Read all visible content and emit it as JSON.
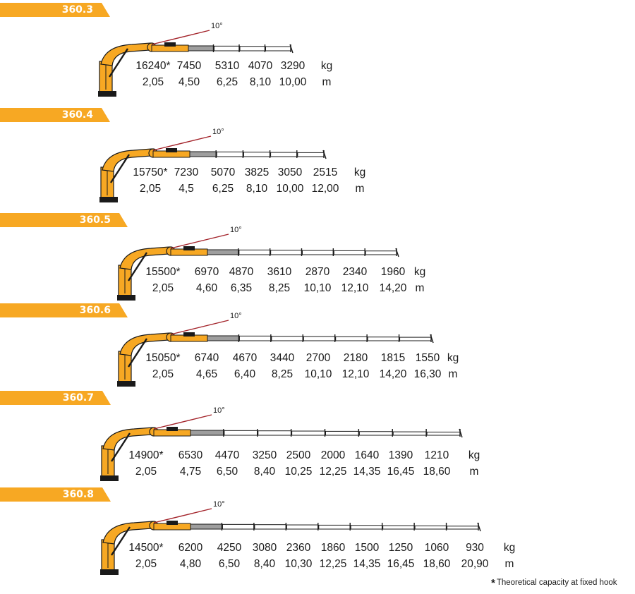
{
  "colors": {
    "accent": "#f7a823",
    "angle_line": "#a3232a",
    "boom_steel": "#9e9e9e",
    "ink": "#1a1a1a"
  },
  "models": [
    {
      "name": "360.3",
      "angle": "10°",
      "loads": [
        "16240*",
        "7450",
        "5310",
        "4070",
        "3290"
      ],
      "load_unit": "kg",
      "reaches": [
        "2,05",
        "4,50",
        "6,25",
        "8,10",
        "10,00"
      ],
      "reach_unit": "m"
    },
    {
      "name": "360.4",
      "angle": "10°",
      "loads": [
        "15750*",
        "7230",
        "5070",
        "3825",
        "3050",
        "2515"
      ],
      "load_unit": "kg",
      "reaches": [
        "2,05",
        "4,5",
        "6,25",
        "8,10",
        "10,00",
        "12,00"
      ],
      "reach_unit": "m"
    },
    {
      "name": "360.5",
      "angle": "10°",
      "loads": [
        "15500*",
        "6970",
        "4870",
        "3610",
        "2870",
        "2340",
        "1960"
      ],
      "load_unit": "kg",
      "reaches": [
        "2,05",
        "4,60",
        "6,35",
        "8,25",
        "10,10",
        "12,10",
        "14,20"
      ],
      "reach_unit": "m"
    },
    {
      "name": "360.6",
      "angle": "10°",
      "loads": [
        "15050*",
        "6740",
        "4670",
        "3440",
        "2700",
        "2180",
        "1815",
        "1550"
      ],
      "load_unit": "kg",
      "reaches": [
        "2,05",
        "4,65",
        "6,40",
        "8,25",
        "10,10",
        "12,10",
        "14,20",
        "16,30"
      ],
      "reach_unit": "m"
    },
    {
      "name": "360.7",
      "angle": "10°",
      "loads": [
        "14900*",
        "6530",
        "4470",
        "3250",
        "2500",
        "2000",
        "1640",
        "1390",
        "1210"
      ],
      "load_unit": "kg",
      "reaches": [
        "2,05",
        "4,75",
        "6,50",
        "8,40",
        "10,25",
        "12,25",
        "14,35",
        "16,45",
        "18,60"
      ],
      "reach_unit": "m"
    },
    {
      "name": "360.8",
      "angle": "10°",
      "loads": [
        "14500*",
        "6200",
        "4250",
        "3080",
        "2360",
        "1860",
        "1500",
        "1250",
        "1060",
        "930"
      ],
      "load_unit": "kg",
      "reaches": [
        "2,05",
        "4,80",
        "6,50",
        "8,40",
        "10,30",
        "12,25",
        "14,35",
        "16,45",
        "18,60",
        "20,90"
      ],
      "reach_unit": "m"
    }
  ],
  "footnote": {
    "marker": "*",
    "text": "Theoretical capacity at fixed hook"
  }
}
